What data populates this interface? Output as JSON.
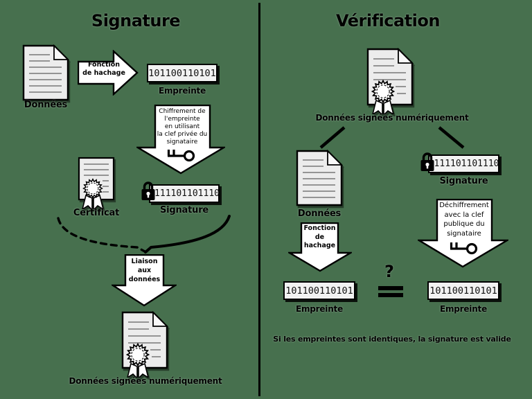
{
  "left": {
    "title": "Signature",
    "donnees_label": "Données",
    "hash_arrow_lines": [
      "Fonction",
      "de hachage"
    ],
    "empreinte_value": "101100110101",
    "empreinte_label": "Empreinte",
    "chiffrement_lines": [
      "Chiffrement de",
      "l'empreinte",
      "en utilisant",
      "la clef privée du",
      "signataire"
    ],
    "certificat_label": "Certificat",
    "signature_value": "111101101110",
    "signature_label": "Signature",
    "liaison_lines": [
      "Liaison",
      "aux",
      "données"
    ],
    "signed_label": "Données signées numériquement"
  },
  "right": {
    "title": "Vérification",
    "signed_label": "Données signées numériquement",
    "donnees_label": "Données",
    "signature_value": "111101101110",
    "signature_label": "Signature",
    "dechiffrement_lines": [
      "Déchiffrement",
      "avec la clef",
      "publique du",
      "signataire"
    ],
    "hash_arrow_lines": [
      "Fonction",
      "de",
      "hachage"
    ],
    "comparison_mark": "?",
    "empreinte_left_value": "101100110101",
    "empreinte_left_label": "Empreinte",
    "empreinte_right_value": "101100110101",
    "empreinte_right_label": "Empreinte",
    "conclusion": "Si les empreintes sont identiques, la signature est valide"
  },
  "colors": {
    "background": "#47704e",
    "paper": "#ececec",
    "arrow_fill": "#ffffff",
    "ink": "#000000",
    "box_fill": "#f2f2f2"
  }
}
